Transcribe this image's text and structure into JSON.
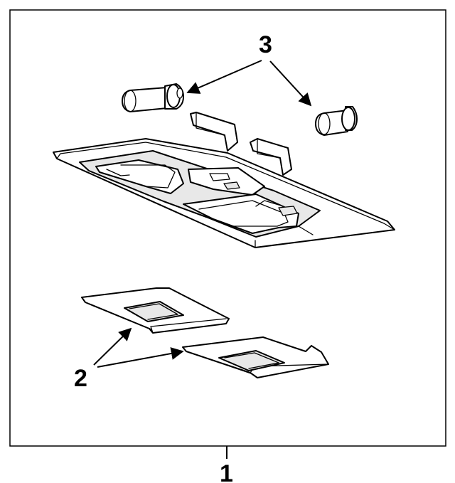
{
  "diagram": {
    "callouts": {
      "assembly": "1",
      "lens": "2",
      "bulb": "3"
    }
  },
  "colors": {
    "ink": "#000000",
    "background": "#ffffff"
  }
}
